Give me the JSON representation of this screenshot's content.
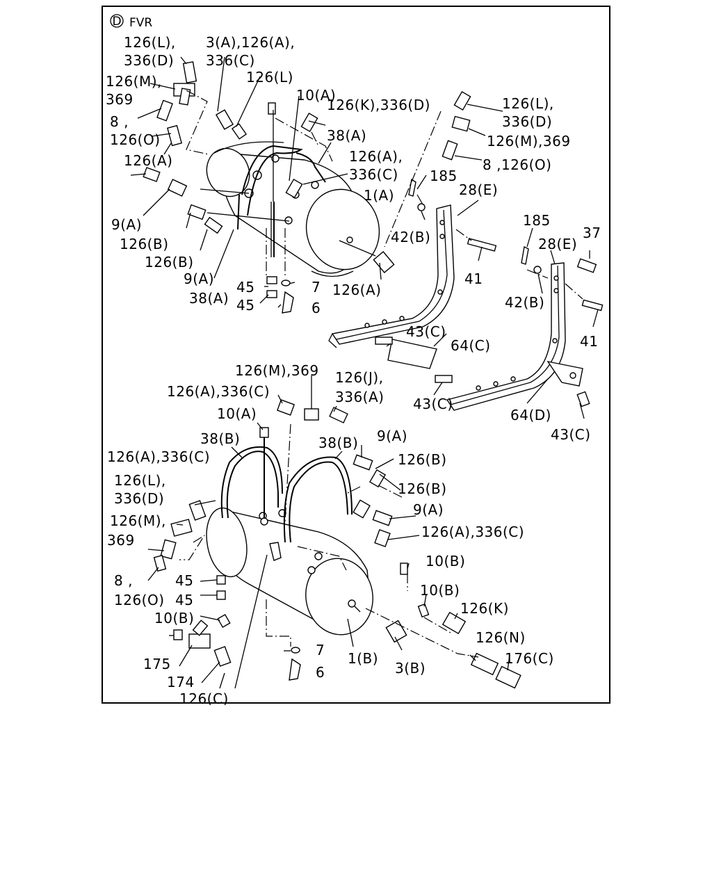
{
  "header": {
    "section_letter": "D",
    "model": "FVR"
  },
  "callouts": {
    "top": [
      "126(L),",
      "336(D)",
      "126(M),",
      "369",
      "8 ,",
      "126(O)",
      "126(A)",
      "3(A),126(A),",
      "336(C)",
      "126(L)",
      "10(A)",
      "126(K),336(D)",
      "38(A)",
      "126(A),",
      "336(C)",
      "1(A)",
      "9(A)",
      "126(B)",
      "126(B)",
      "9(A)",
      "38(A)",
      "45",
      "45",
      "7",
      "6",
      "126(A)",
      "126(L),",
      "336(D)",
      "126(M),369",
      "8 ,126(O)",
      "185",
      "28(E)",
      "42(B)",
      "41",
      "185",
      "28(E)",
      "37",
      "42(B)",
      "41",
      "43(C)",
      "64(C)",
      "43(C)",
      "64(D)",
      "43(C)"
    ],
    "bottom": [
      "126(M),369",
      "126(A),336(C)",
      "126(J),",
      "336(A)",
      "10(A)",
      "38(B)",
      "38(B)",
      "9(A)",
      "126(B)",
      "126(A),336(C)",
      "126(B)",
      "126(L),",
      "336(D)",
      "9(A)",
      "126(M),",
      "369",
      "126(A),336(C)",
      "8 ,",
      "126(O)",
      "45",
      "45",
      "10(B)",
      "10(B)",
      "126(K)",
      "10(B)",
      "7",
      "1(B)",
      "126(N)",
      "176(C)",
      "175",
      "6",
      "174",
      "3(B)",
      "126(C)"
    ]
  }
}
